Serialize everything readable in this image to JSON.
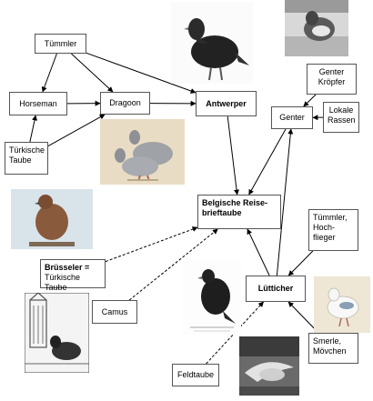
{
  "nodes": {
    "tummler": "Tümmler",
    "horseman": "Horseman",
    "dragoon": "Dragoon",
    "antwerper": "Antwerper",
    "turkische_taube": "Türkische Taube",
    "genter_kropfer": "Genter Kröpfer",
    "genter": "Genter",
    "lokale_rassen": "Lokale Rassen",
    "belgische": "Belgische Reise-brieftaube",
    "brusseler_title": "Brüsseler =",
    "brusseler_sub": "Türkische Taube",
    "tummler_hochflieger": "Tümmler, Hoch-flieger",
    "camus": "Camus",
    "lutticher": "Lütticher",
    "feldtaube": "Feldtaube",
    "smerle": "Smerle, Mövchen"
  },
  "edges": [
    {
      "from": "tummler",
      "to": "horseman",
      "style": "solid"
    },
    {
      "from": "tummler",
      "to": "dragoon",
      "style": "solid"
    },
    {
      "from": "tummler",
      "to": "antwerper",
      "style": "solid"
    },
    {
      "from": "horseman",
      "to": "dragoon",
      "style": "solid"
    },
    {
      "from": "turkische_taube",
      "to": "horseman",
      "style": "solid"
    },
    {
      "from": "turkische_taube",
      "to": "dragoon",
      "style": "solid"
    },
    {
      "from": "dragoon",
      "to": "antwerper",
      "style": "solid"
    },
    {
      "from": "antwerper",
      "to": "belgische",
      "style": "solid"
    },
    {
      "from": "genter_kropfer",
      "to": "genter",
      "style": "solid"
    },
    {
      "from": "lokale_rassen",
      "to": "genter",
      "style": "solid"
    },
    {
      "from": "genter",
      "to": "belgische",
      "style": "solid"
    },
    {
      "from": "lutticher",
      "to": "genter",
      "style": "solid"
    },
    {
      "from": "lutticher",
      "to": "belgische",
      "style": "solid"
    },
    {
      "from": "tummler_hochflieger",
      "to": "lutticher",
      "style": "solid"
    },
    {
      "from": "smerle",
      "to": "lutticher",
      "style": "solid"
    },
    {
      "from": "brusseler",
      "to": "belgische",
      "style": "dashed"
    },
    {
      "from": "camus",
      "to": "belgische",
      "style": "dashed"
    },
    {
      "from": "feldtaube",
      "to": "lutticher",
      "style": "dashed"
    }
  ],
  "photos": {
    "antwerper_photo": "photo of black pigeon (Antwerper)",
    "top_right_photo": "photo of grey pigeon in loft",
    "dragoon_photo": "illustration of two grey pigeons",
    "brusseler_photo": "photo of brown pigeon on perch",
    "camus_photo": "engraving of pigeon with building",
    "lutticher_photo": "engraving of dark pigeon",
    "feldtaube_photo": "photo of pigeon in flight",
    "smerle_photo": "illustration of white pigeon"
  },
  "colors": {
    "edge": "#000000",
    "border": "#555555"
  }
}
